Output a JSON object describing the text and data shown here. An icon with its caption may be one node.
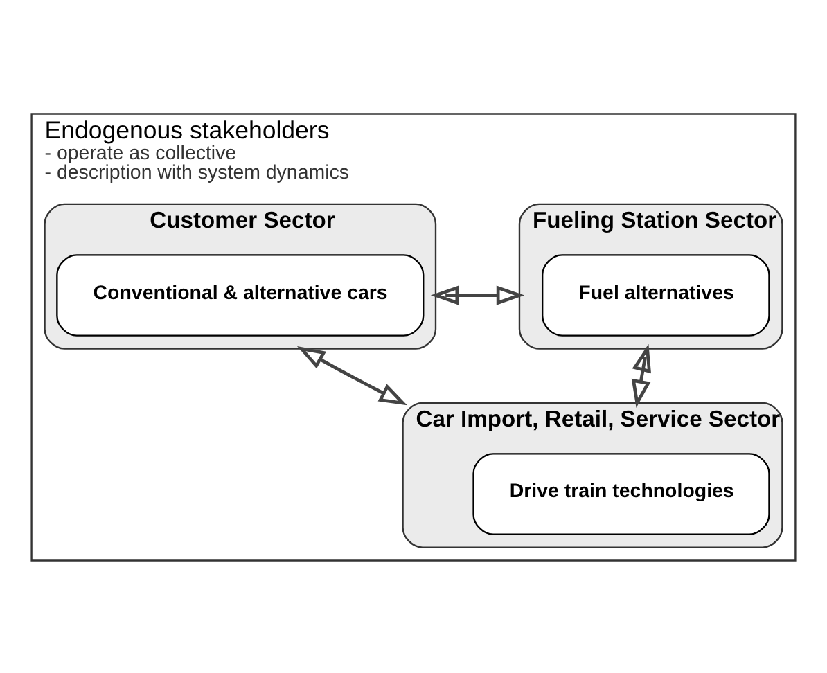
{
  "diagram": {
    "nodes": [
      {
        "text": [
          "Endogenous stakeholders",
          "- operate as collective",
          "- description with system dynamics"
        ]
      },
      {
        "text": [
          "Fueling Station Sector"
        ],
        "in": 0
      },
      {
        "text": [
          "Fuel alternatives"
        ],
        "in": 1
      },
      {
        "text": [
          "Customer Sector"
        ],
        "in": 0
      },
      {
        "text": [
          "Conventional & alternative cars"
        ],
        "in": 3
      },
      {
        "text": [
          "Car Import, Retail, Service Sector"
        ],
        "in": 0
      },
      {
        "text": [
          "Drive train technologies"
        ],
        "in": 5
      }
    ],
    "edges": [
      {
        "from": 1,
        "to": 3,
        "arrow": "both"
      },
      {
        "from": 1,
        "to": 5,
        "arrow": "both"
      },
      {
        "from": 5,
        "to": 3,
        "arrow": "both"
      }
    ]
  }
}
